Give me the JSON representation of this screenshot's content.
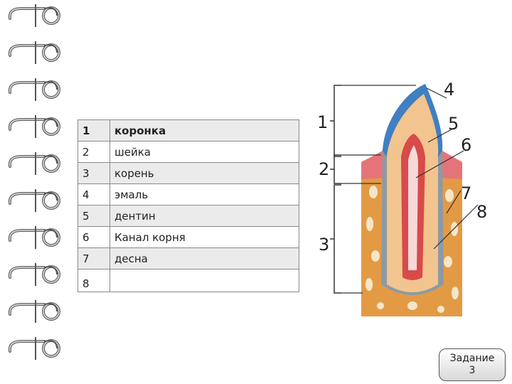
{
  "table": {
    "rows": [
      {
        "num": "1",
        "term": "коронка"
      },
      {
        "num": "2",
        "term": "шейка"
      },
      {
        "num": "3",
        "term": "корень"
      },
      {
        "num": "4",
        "term": "эмаль"
      },
      {
        "num": "5",
        "term": "дентин"
      },
      {
        "num": "6",
        "term": "Канал корня"
      },
      {
        "num": "7",
        "term": "десна"
      },
      {
        "num": "8",
        "term": ""
      }
    ]
  },
  "diagram": {
    "region_labels": [
      "1",
      "2",
      "3"
    ],
    "part_labels": [
      "4",
      "5",
      "6",
      "7",
      "8"
    ]
  },
  "button": {
    "line1": "Задание",
    "line2": "3"
  },
  "colors": {
    "enamel": "#3f7fc2",
    "dentin": "#f2c48f",
    "pulp": "#d94a4a",
    "bone": "#e39a45",
    "gum": "#e5747a"
  }
}
